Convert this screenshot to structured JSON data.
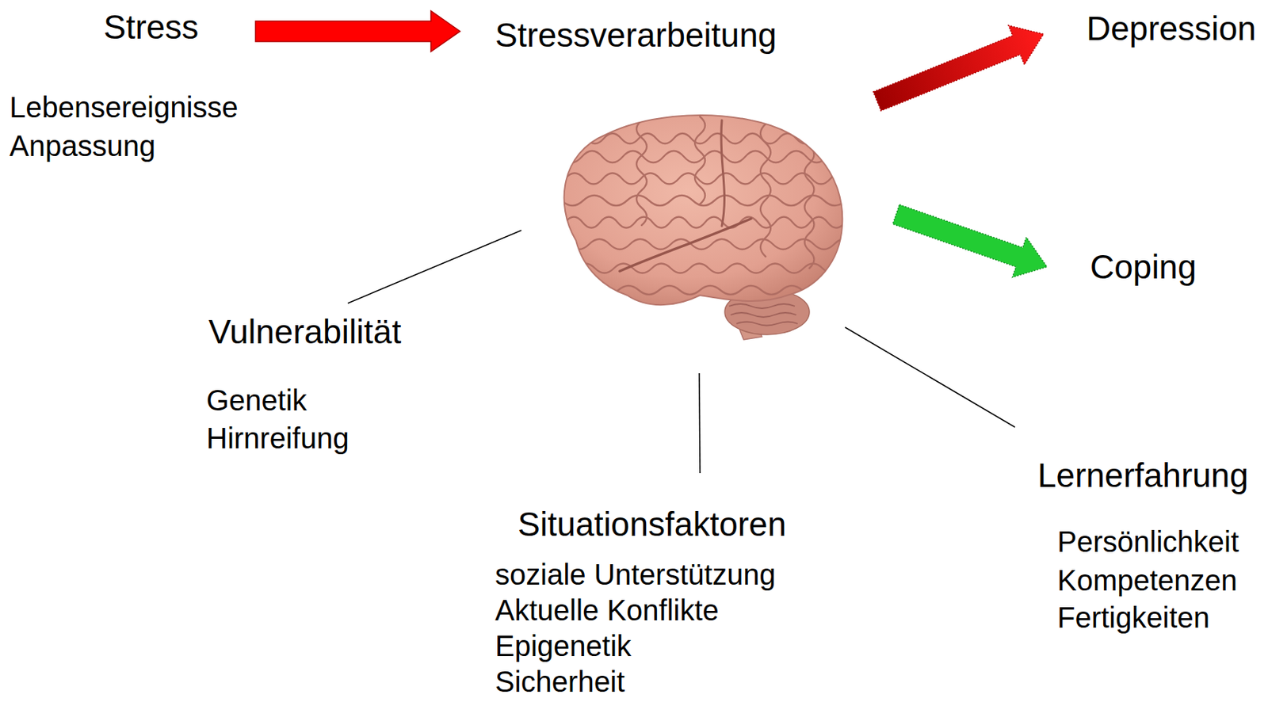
{
  "diagram": {
    "nodes": [
      {
        "text": [
          "Stress"
        ]
      },
      {
        "text": [
          "Stressverarbeitung"
        ]
      }
    ],
    "edges": [
      {
        "from": 0,
        "to": 1,
        "arrow": "to"
      }
    ],
    "labels": [
      "Lebensereignisse",
      "Anpassung",
      "Depression",
      "Coping",
      "Vulnerabilität",
      "Genetik",
      "Hirnreifung",
      "Situationsfaktoren",
      "soziale Unterstützung",
      "Aktuelle Konflikte",
      "Epigenetik",
      "Sicherheit",
      "Lernerfahrung",
      "Persönlichkeit",
      "Kompetenzen",
      "Fertigkeiten"
    ]
  }
}
